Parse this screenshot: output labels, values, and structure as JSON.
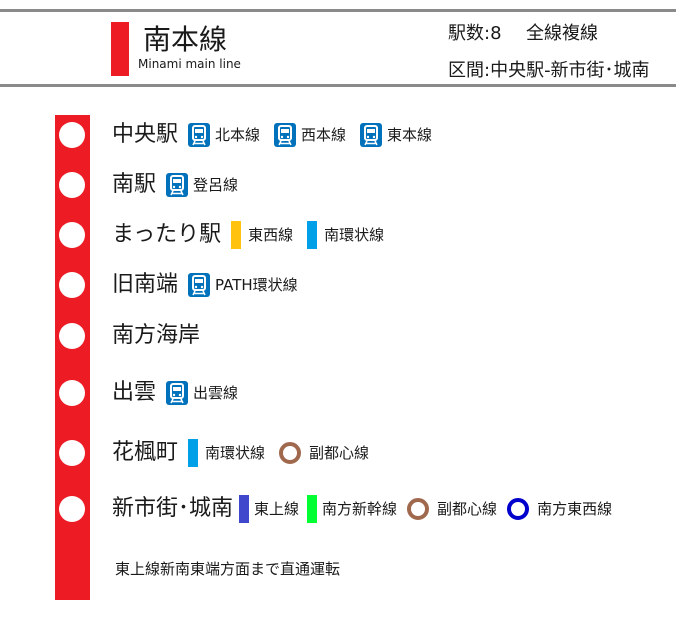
{
  "line": {
    "name_ja": "南本線",
    "name_en": "Minami main line",
    "color": "#ed1c24"
  },
  "info": {
    "station_count": "駅数:8",
    "track_type": "全線複線",
    "section": "区間:中央駅-新市街･城南"
  },
  "stations": [
    {
      "name": "中央駅",
      "connections": [
        {
          "type": "train-icon",
          "label": "北本線"
        },
        {
          "type": "train-icon",
          "label": "西本線"
        },
        {
          "type": "train-icon",
          "label": "東本線"
        }
      ]
    },
    {
      "name": "南駅",
      "connections": [
        {
          "type": "train-icon",
          "label": "登呂線"
        }
      ]
    },
    {
      "name": "まったり駅",
      "connections": [
        {
          "type": "color-bar",
          "label": "東西線",
          "color": "#ffc20e"
        },
        {
          "type": "color-bar",
          "label": "南環状線",
          "color": "#00a0e9"
        }
      ]
    },
    {
      "name": "旧南端",
      "connections": [
        {
          "type": "train-icon",
          "label": "PATH環状線"
        }
      ]
    },
    {
      "name": "南方海岸",
      "connections": []
    },
    {
      "name": "出雲",
      "connections": [
        {
          "type": "train-icon",
          "label": "出雲線"
        }
      ]
    },
    {
      "name": "花楓町",
      "connections": [
        {
          "type": "color-bar",
          "label": "南環状線",
          "color": "#00a0e9"
        },
        {
          "type": "ring",
          "label": "副都心線",
          "color": "#a0694e"
        }
      ]
    },
    {
      "name": "新市街･城南",
      "connections": [
        {
          "type": "color-bar",
          "label": "東上線",
          "color": "#3f48cc"
        },
        {
          "type": "color-bar",
          "label": "南方新幹線",
          "color": "#00ff33"
        },
        {
          "type": "ring",
          "label": "副都心線",
          "color": "#a0694e"
        },
        {
          "type": "ring",
          "label": "南方東西線",
          "color": "#0000cc"
        }
      ]
    }
  ],
  "note": "東上線新南東端方面まで直通運転",
  "icon_color": "#0072bc"
}
